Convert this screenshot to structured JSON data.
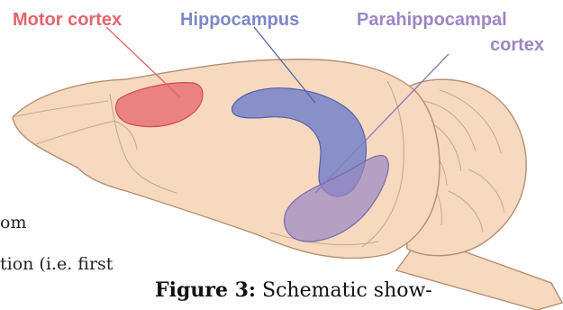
{
  "labels": {
    "motor_cortex": "Motor cortex",
    "hippocampus": "Hippocampus",
    "parahippocampal_line1": "Parahippocampal",
    "parahippocampal_line2": "cortex"
  },
  "body_text": {
    "line1": "om",
    "line2": "tion (i.e. first"
  },
  "caption": {
    "label": "Figure 3:",
    "text": " Schematic show-"
  },
  "colors": {
    "brain_fill": "#f6d9bf",
    "brain_stroke": "#b58e71",
    "motor_cortex": "#e4646c",
    "hippocampus": "#7c87c8",
    "parahippocampal": "#9a87c3"
  }
}
